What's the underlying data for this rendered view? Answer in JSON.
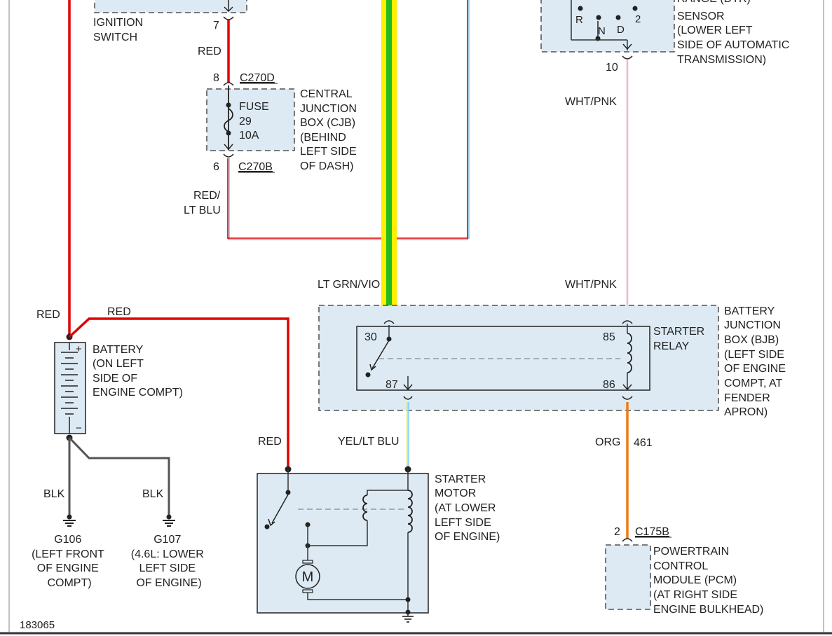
{
  "components": {
    "ignition_switch": {
      "name": "IGNITION\nSWITCH",
      "pin_out": "7"
    },
    "cjb": {
      "connector_in": "C270D",
      "pin_in": "8",
      "fuse": "FUSE\n29\n10A",
      "connector_out": "C270B",
      "pin_out": "6",
      "description": "CENTRAL\nJUNCTION\nBOX (CJB)\n(BEHIND\nLEFT SIDE\nOF DASH)"
    },
    "dtr_sensor": {
      "description": "RANGE (DTR)\nSENSOR\n(LOWER LEFT\nSIDE OF AUTOMATIC\nTRANSMISSION)",
      "positions": [
        "R",
        "N",
        "D",
        "2"
      ],
      "pin_out": "10"
    },
    "battery": {
      "description": "BATTERY\n(ON LEFT\nSIDE OF\nENGINE COMPT)",
      "plus": "+",
      "minus": "−"
    },
    "bjb": {
      "description": "BATTERY\nJUNCTION\nBOX (BJB)\n(LEFT SIDE\nOF ENGINE\nCOMPT, AT\nFENDER\nAPRON)",
      "relay_name": "STARTER\nRELAY",
      "pins": {
        "p30": "30",
        "p85": "85",
        "p87": "87",
        "p86": "86"
      }
    },
    "starter_motor": {
      "description": "STARTER\nMOTOR\n(AT LOWER\nLEFT SIDE\nOF ENGINE)",
      "motor_symbol": "M"
    },
    "pcm": {
      "pin": "2",
      "connector": "C175B",
      "description": "POWERTRAIN\nCONTROL\nMODULE (PCM)\n(AT RIGHT SIDE\nENGINE BULKHEAD)"
    },
    "grounds": {
      "g106": "G106\n(LEFT FRONT\nOF ENGINE\nCOMPT)",
      "g107": "G107\n(4.6L: LOWER\nLEFT SIDE\nOF ENGINE)"
    }
  },
  "wire_labels": {
    "ign_red": "RED",
    "fuse_out": "RED/\nLT BLU",
    "battery_red_left": "RED",
    "battery_red_top": "RED",
    "starter_red": "RED",
    "lt_grn_vio": "LT GRN/VIO",
    "yel_lt_blu": "YEL/LT BLU",
    "wht_pnk_top": "WHT/PNK",
    "wht_pnk_bottom": "WHT/PNK",
    "org": "ORG",
    "circuit_461": "461",
    "blk_g106": "BLK",
    "blk_g107": "BLK"
  },
  "figure_id": "183065",
  "colors": {
    "red": "#e00000",
    "lt_blue": "#55b8e0",
    "lt_green": "#22bb22",
    "yellow": "#ffee00",
    "pink": "#f2b5c0",
    "orange": "#f07a10",
    "black": "#222222",
    "gray": "#555555",
    "box_fill": "#ddeaf3"
  },
  "icons": [
    "fuse-icon",
    "relay-coil-icon",
    "motor-icon",
    "ground-icon",
    "battery-icon",
    "switch-icon"
  ]
}
